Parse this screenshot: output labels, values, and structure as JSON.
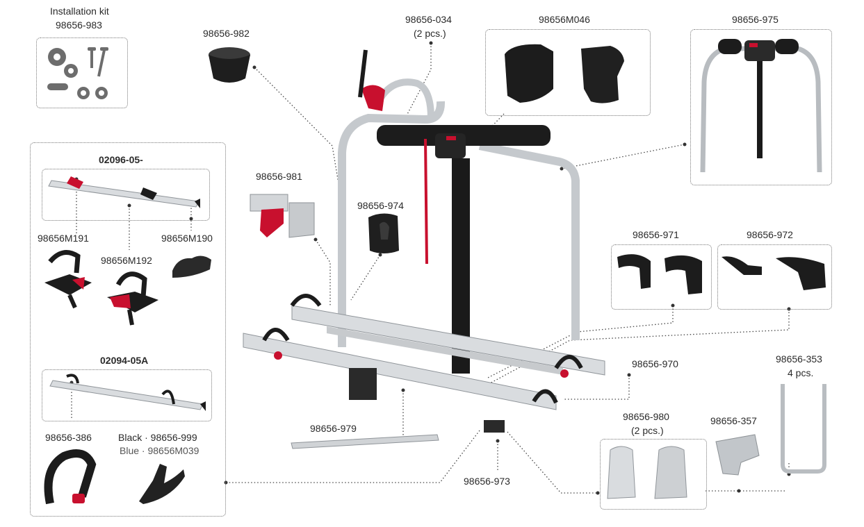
{
  "labels": {
    "install_kit_title": "Installation kit",
    "install_kit_code": "98656-983",
    "p982": "98656-982",
    "p034_code": "98656-034",
    "p034_qty": "(2 pcs.)",
    "pM046": "98656M046",
    "p975": "98656-975",
    "group_02096": "02096-05-",
    "pM191": "98656M191",
    "pM192": "98656M192",
    "pM190": "98656M190",
    "p981": "98656-981",
    "p974": "98656-974",
    "p971": "98656-971",
    "p972": "98656-972",
    "group_02094": "02094-05A",
    "p970": "98656-970",
    "p353_code": "98656-353",
    "p353_qty": "4 pcs.",
    "p386": "98656-386",
    "black_variant": "Black · 98656-999",
    "blue_variant": "Blue · 98656M039",
    "p979": "98656-979",
    "p980_code": "98656-980",
    "p980_qty": "(2 pcs.)",
    "p357": "98656-357",
    "p973": "98656-973"
  },
  "colors": {
    "aluminium": "#d9dcdf",
    "dark": "#1b1b1b",
    "accent_red": "#c8102e",
    "line": "#333333"
  }
}
